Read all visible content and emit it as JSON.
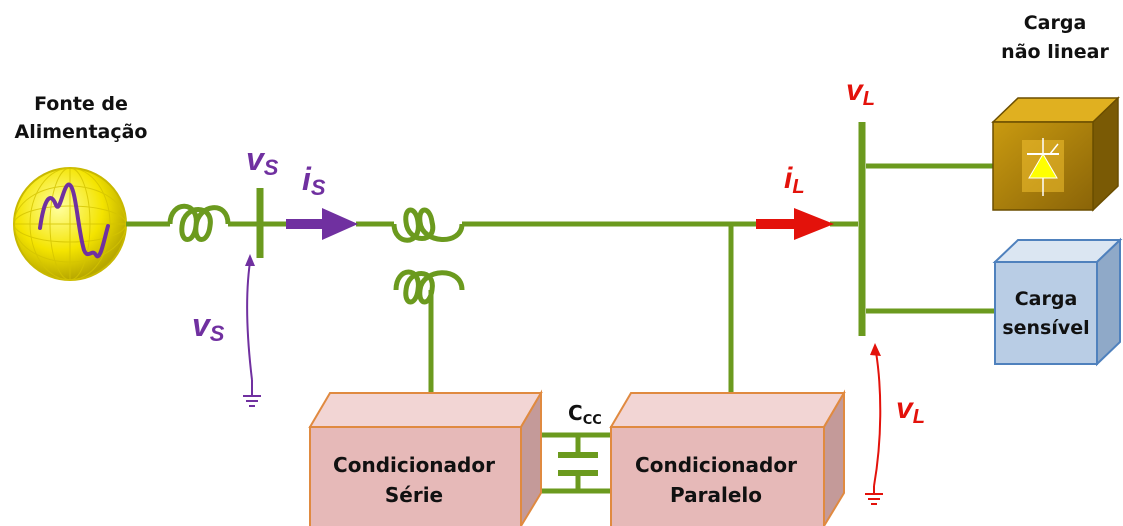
{
  "colors": {
    "wire": "#6b9a1e",
    "purple": "#7030a0",
    "red": "#e3120b",
    "box_pink_face": "#e6b9b8",
    "box_pink_top": "#f2d5d4",
    "box_pink_side": "#c49a99",
    "box_pink_border": "#e08a40",
    "box_blue_face": "#b9cde5",
    "box_blue_border": "#4f81bd",
    "box_gold_face": "#b8860b"
  },
  "labels": {
    "source_line1": "Fonte de",
    "source_line2": "Alimentação",
    "vs_top": "v",
    "vs_top_sub": "S",
    "is_top": "i",
    "is_top_sub": "S",
    "vs_bottom": "v",
    "vs_bottom_sub": "S",
    "il_top": "i",
    "il_top_sub": "L",
    "vl_top": "v",
    "vl_top_sub": "L",
    "vl_bottom": "v",
    "vl_bottom_sub": "L",
    "nonlinear_line1": "Carga",
    "nonlinear_line2": "não linear",
    "sensitive_line1": "Carga",
    "sensitive_line2": "sensível",
    "series_line1": "Condicionador",
    "series_line2": "Série",
    "parallel_line1": "Condicionador",
    "parallel_line2": "Paralelo",
    "cap_main": "C",
    "cap_sub": "CC"
  },
  "icons": {
    "source": "globe-source-icon",
    "inductor": "inductor-icon",
    "transformer": "series-transformer-icon",
    "ground": "ground-icon",
    "capacitor": "capacitor-icon",
    "diode": "diode-icon"
  }
}
